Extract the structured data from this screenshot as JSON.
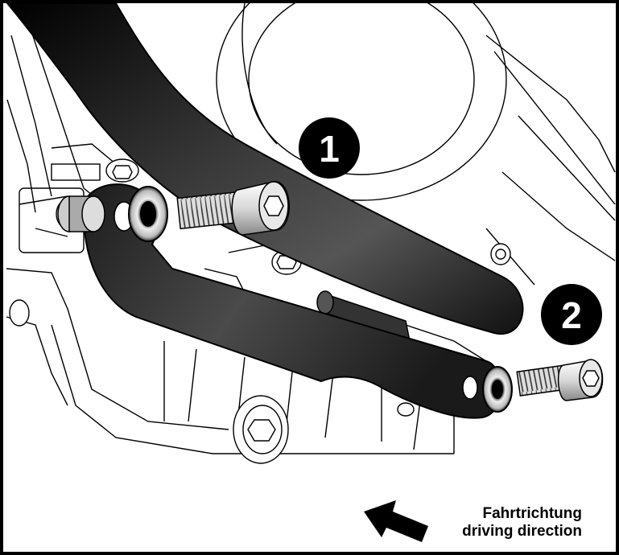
{
  "callouts": [
    {
      "number": "1"
    },
    {
      "number": "2"
    }
  ],
  "direction": {
    "label_de": "Fahrtrichtung",
    "label_en": "driving direction"
  },
  "colors": {
    "ink": "#000000",
    "paper": "#ffffff",
    "bracket": "#2b2b2b",
    "pipe": "#1a1a1a"
  }
}
